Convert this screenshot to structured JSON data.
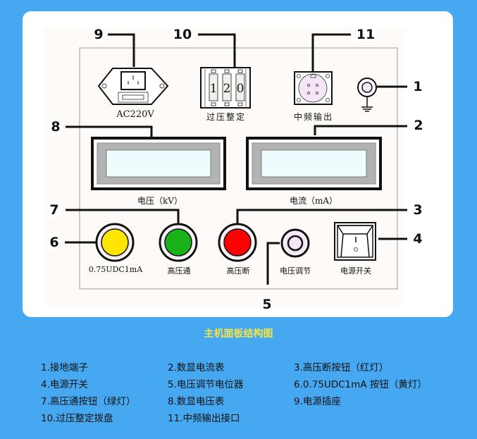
{
  "diagram": {
    "title": "主机面板结构图",
    "callouts": [
      "1",
      "2",
      "3",
      "4",
      "5",
      "6",
      "7",
      "8",
      "9",
      "10",
      "11"
    ],
    "panel_labels": {
      "power_socket": "AC220V",
      "dial": "过压整定",
      "if_output": "中频输出",
      "voltage_meter": "电压（kV）",
      "current_meter": "电流（mA）",
      "yellow_button": "0.75UDC1mA",
      "green_button": "高压通",
      "red_button": "高压断",
      "voltage_adjust": "电压调节",
      "power_switch": "电源开关"
    },
    "dial_digits": [
      "1",
      "2",
      "0"
    ],
    "colors": {
      "background": "#45a8f0",
      "title": "#f2e44a",
      "yellow_lamp": "#ffe600",
      "green_lamp": "#19b219",
      "red_lamp": "#ff0000",
      "lcd": "#eefcfe",
      "lcd_bezel": "#b3b3b3"
    }
  },
  "legend": [
    "1.接地端子",
    "2.数显电流表",
    "3.高压断按钮（红灯）",
    "4.电源开关",
    "5.电压调节电位器",
    "6.0.75UDC1mA 按钮（黄灯）",
    "7.高压通按钮（绿灯）",
    "8.数显电压表",
    "9.电源插座",
    "10.过压整定拨盘",
    "11.中频输出接口",
    ""
  ]
}
